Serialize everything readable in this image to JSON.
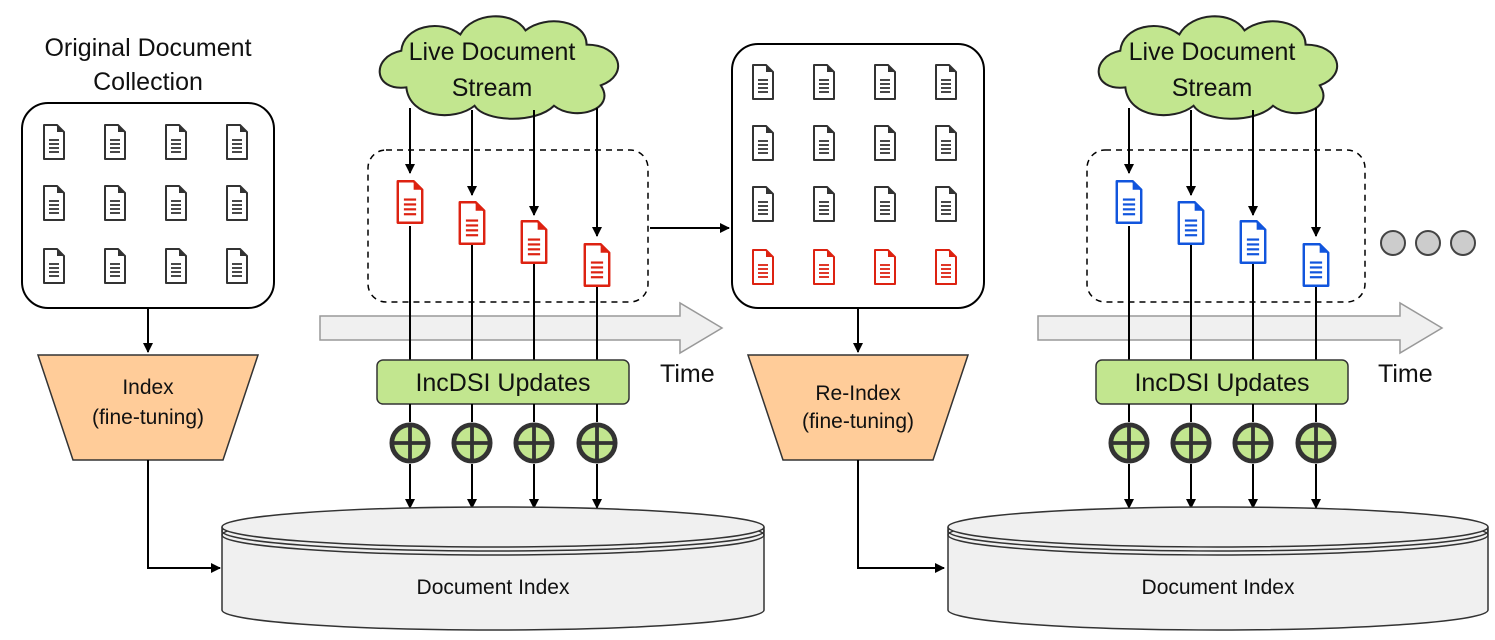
{
  "collection_title_line1": "Original Document",
  "collection_title_line2": "Collection",
  "stream_left": {
    "line1": "Live Document",
    "line2": "Stream"
  },
  "stream_right": {
    "line1": "Live Document",
    "line2": "Stream"
  },
  "index_step": {
    "line1": "Index",
    "line2": "(fine-tuning)"
  },
  "reindex_step": {
    "line1": "Re-Index",
    "line2": "(fine-tuning)"
  },
  "updates_left": "IncDSI Updates",
  "updates_right": "IncDSI Updates",
  "time_left": "Time",
  "time_right": "Time",
  "index_left": "Document Index",
  "index_right": "Document Index",
  "colors": {
    "original_doc": "#333333",
    "new_doc_first": "#dd2211",
    "new_doc_second": "#1155dd",
    "cloud_fill": "#c2e68f",
    "update_fill": "#c2e68f",
    "step_fill": "#ffcc99",
    "arrow_fill": "#f0f0f0",
    "dots": "#cccccc"
  }
}
